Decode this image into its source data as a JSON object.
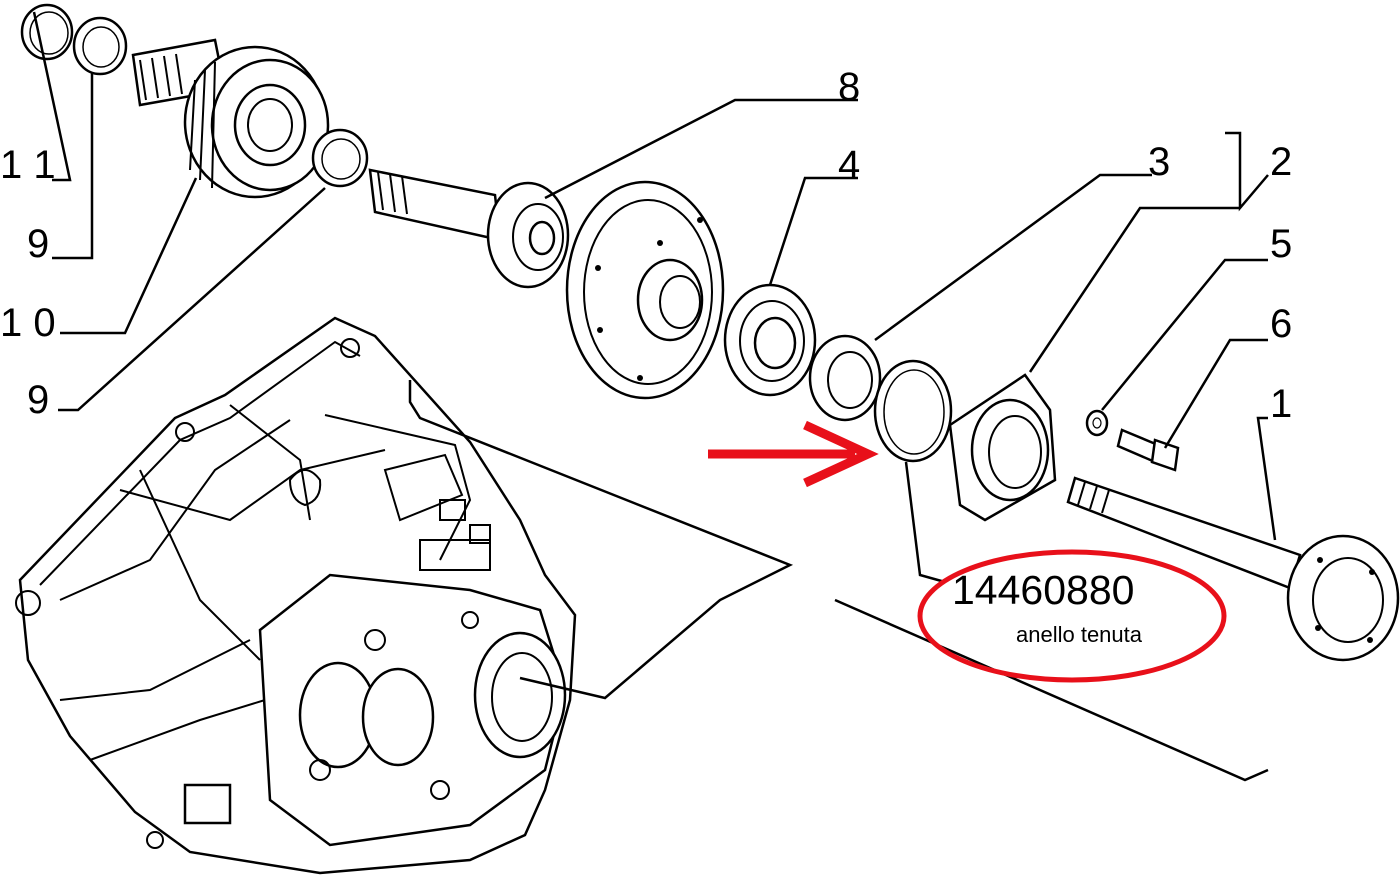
{
  "diagram": {
    "part_labels": [
      {
        "id": "11",
        "text": "1 1"
      },
      {
        "id": "9a",
        "text": "9"
      },
      {
        "id": "10",
        "text": "1 0"
      },
      {
        "id": "9b",
        "text": "9"
      },
      {
        "id": "8",
        "text": "8"
      },
      {
        "id": "4",
        "text": "4"
      },
      {
        "id": "3",
        "text": "3"
      },
      {
        "id": "2",
        "text": "2"
      },
      {
        "id": "5",
        "text": "5"
      },
      {
        "id": "6",
        "text": "6"
      },
      {
        "id": "1",
        "text": "1"
      }
    ],
    "annotation": {
      "part_number": "14460880",
      "description": "anello tenuta"
    },
    "colors": {
      "annotation": "#e8101a",
      "line": "#000000",
      "background": "#ffffff"
    },
    "icons": {
      "arrow": "right-arrow-icon",
      "highlight": "ellipse-highlight"
    }
  }
}
